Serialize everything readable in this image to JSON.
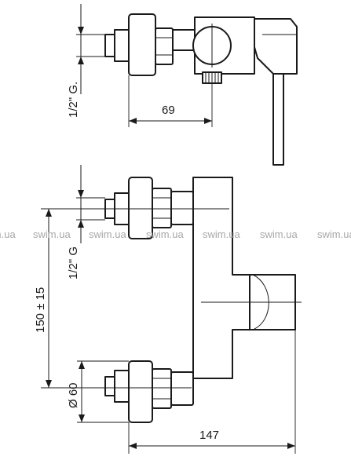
{
  "dimensions": {
    "depth_69": "69",
    "thread_top": "1/2\" G.",
    "thread_front": "1/2\" G",
    "centers": "150 ± 15",
    "diameter": "Ø 60",
    "width": "147"
  },
  "watermark": {
    "text": "swim.ua"
  }
}
